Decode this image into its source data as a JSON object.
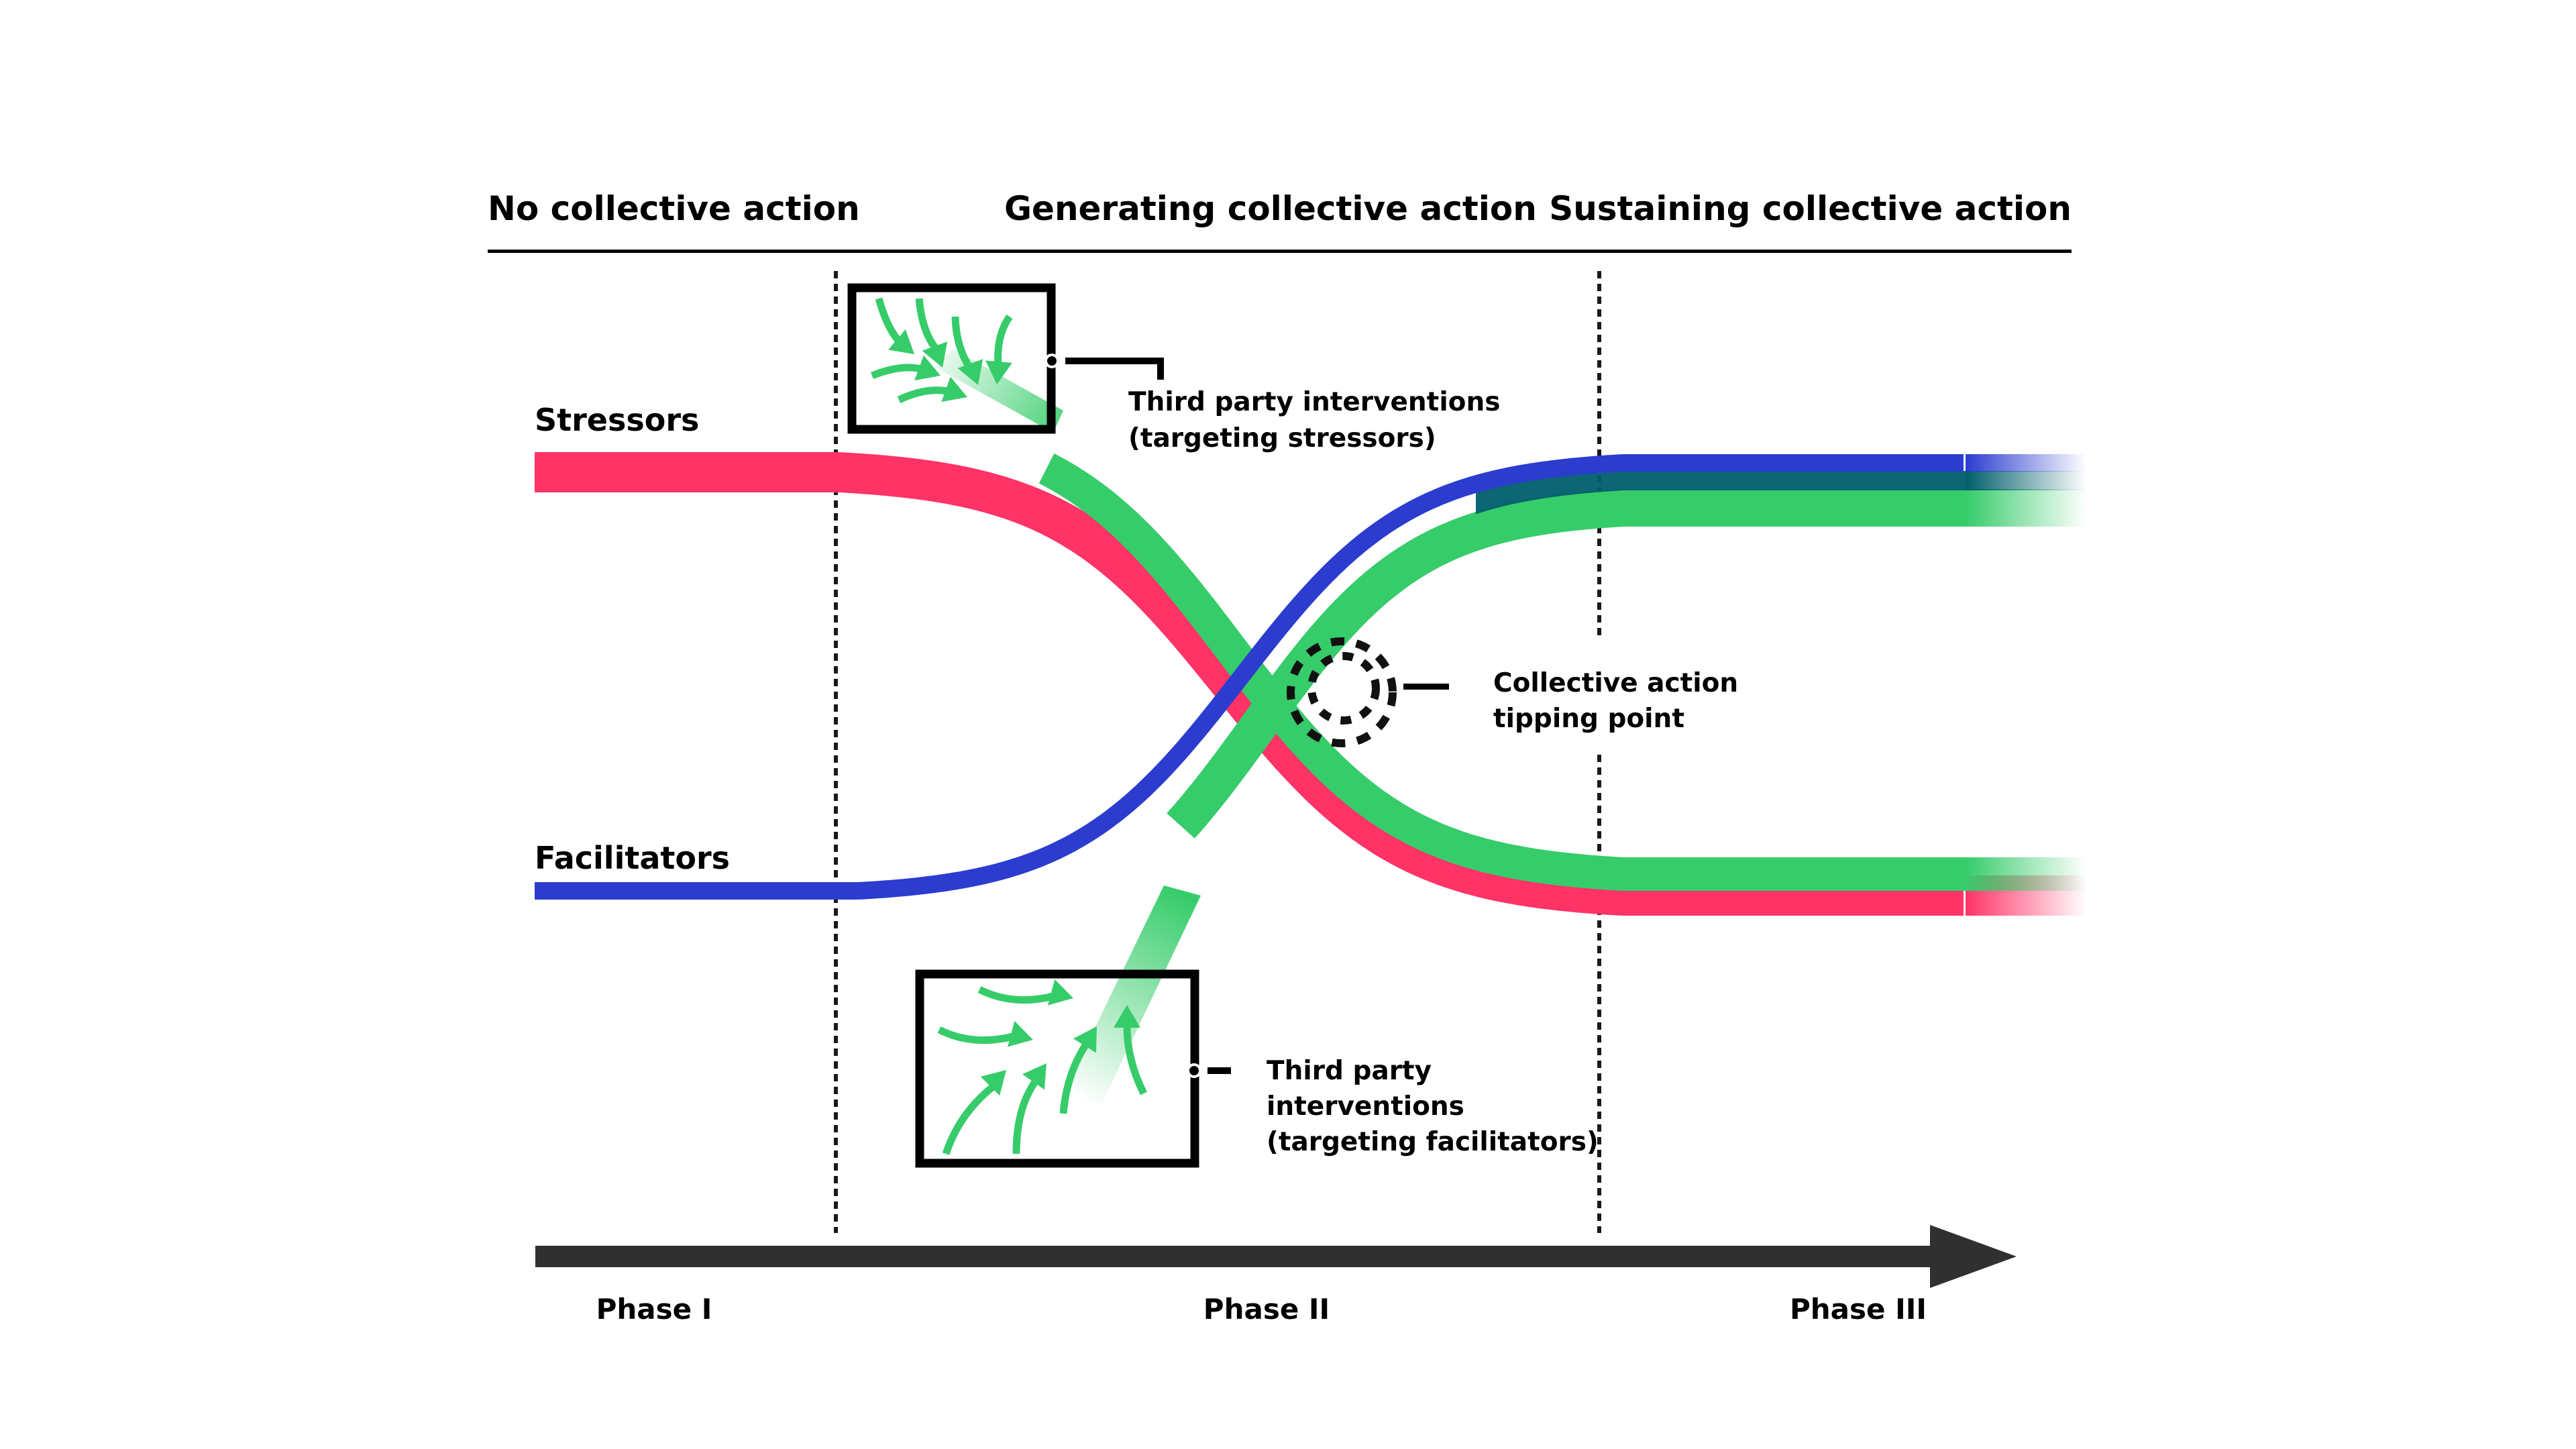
{
  "header": {
    "stages": [
      {
        "label": "No collective action"
      },
      {
        "label": "Generating collective action"
      },
      {
        "label": "Sustaining collective action"
      }
    ]
  },
  "series": {
    "stressors": {
      "label": "Stressors",
      "color": "#ff3366",
      "from_level": "high",
      "to_level": "low"
    },
    "facilitators": {
      "label": "Facilitators",
      "color": "#2b3ccf",
      "from_level": "low",
      "to_level": "high"
    },
    "interventions": {
      "color": "#36cc6a",
      "overlap_color": "#005e6b"
    }
  },
  "annotations": {
    "stressor_interventions": {
      "lines": [
        "Third party interventions",
        "(targeting stressors)"
      ]
    },
    "facilitator_interventions": {
      "lines": [
        "Third party",
        "interventions",
        "(targeting facilitators)"
      ]
    },
    "tipping_point": {
      "lines": [
        "Collective action",
        "tipping point"
      ]
    }
  },
  "axis": {
    "phases": [
      {
        "label": "Phase I"
      },
      {
        "label": "Phase II"
      },
      {
        "label": "Phase III"
      }
    ],
    "color": "#303030"
  },
  "divider_color": "#000000",
  "phase_boundary_color": "#1a1a1a"
}
